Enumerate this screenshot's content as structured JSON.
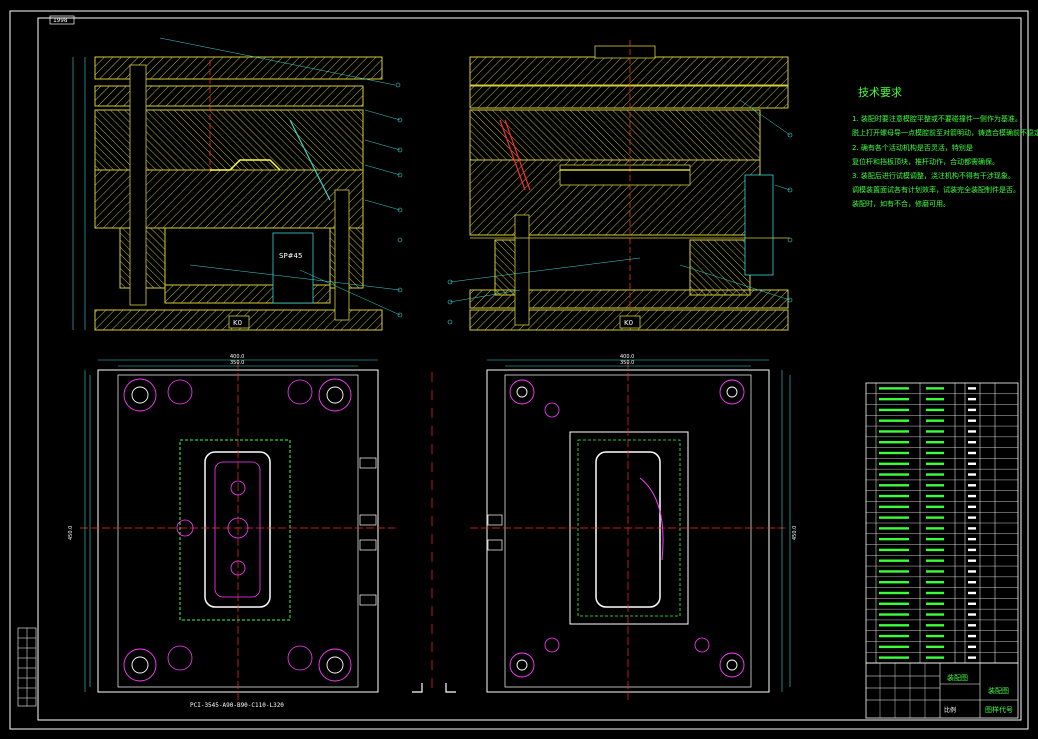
{
  "sheet": {
    "corner_tag": "1998",
    "colors": {
      "background": "#000000",
      "frame": "#ffffff",
      "plate": "#d4cc38",
      "hatch": "#b8b040",
      "leader": "#37d6d6",
      "center": "#ff2a2a",
      "green_text": "#3cff3c",
      "magenta": "#ff3cff",
      "yellow": "#ffff40"
    }
  },
  "section_left": {
    "label_spf": "SP#45",
    "label_k": "K0"
  },
  "section_right": {
    "label_k": "K0"
  },
  "plan_left": {
    "dim_top": "400.0",
    "dim_top2": "350.0",
    "dim_side": "450.0",
    "caption": "PCI-3545-A90-B90-C110-L320"
  },
  "plan_right": {
    "dim_top": "400.0",
    "dim_top2": "350.0",
    "dim_side": "450.0"
  },
  "tech": {
    "title": "技术要求",
    "lines": [
      "1. 装配时要注意模腔平整或不要碰撞件一侧作为基准。",
      "  脱上打开螺母导一点模腔前至对箭明动，铸造合模确前不稳定。",
      "2. 确有各个活动机构是否灵活，特别是",
      "  复位杆和挡板顶块，推杆动作，合动都需确保。",
      "3. 装配后进行试模调整，浇注机构不得有干涉现象。",
      "  调模装置面试各有计划效率，试装完全装配制件是否。",
      "  装配时，如有不合，修磨可用。"
    ]
  },
  "bom": {
    "rows": 26
  },
  "title_block": {
    "drawing_name": "装配图",
    "drawing_code": "图样代号",
    "scale_label": "比例"
  }
}
